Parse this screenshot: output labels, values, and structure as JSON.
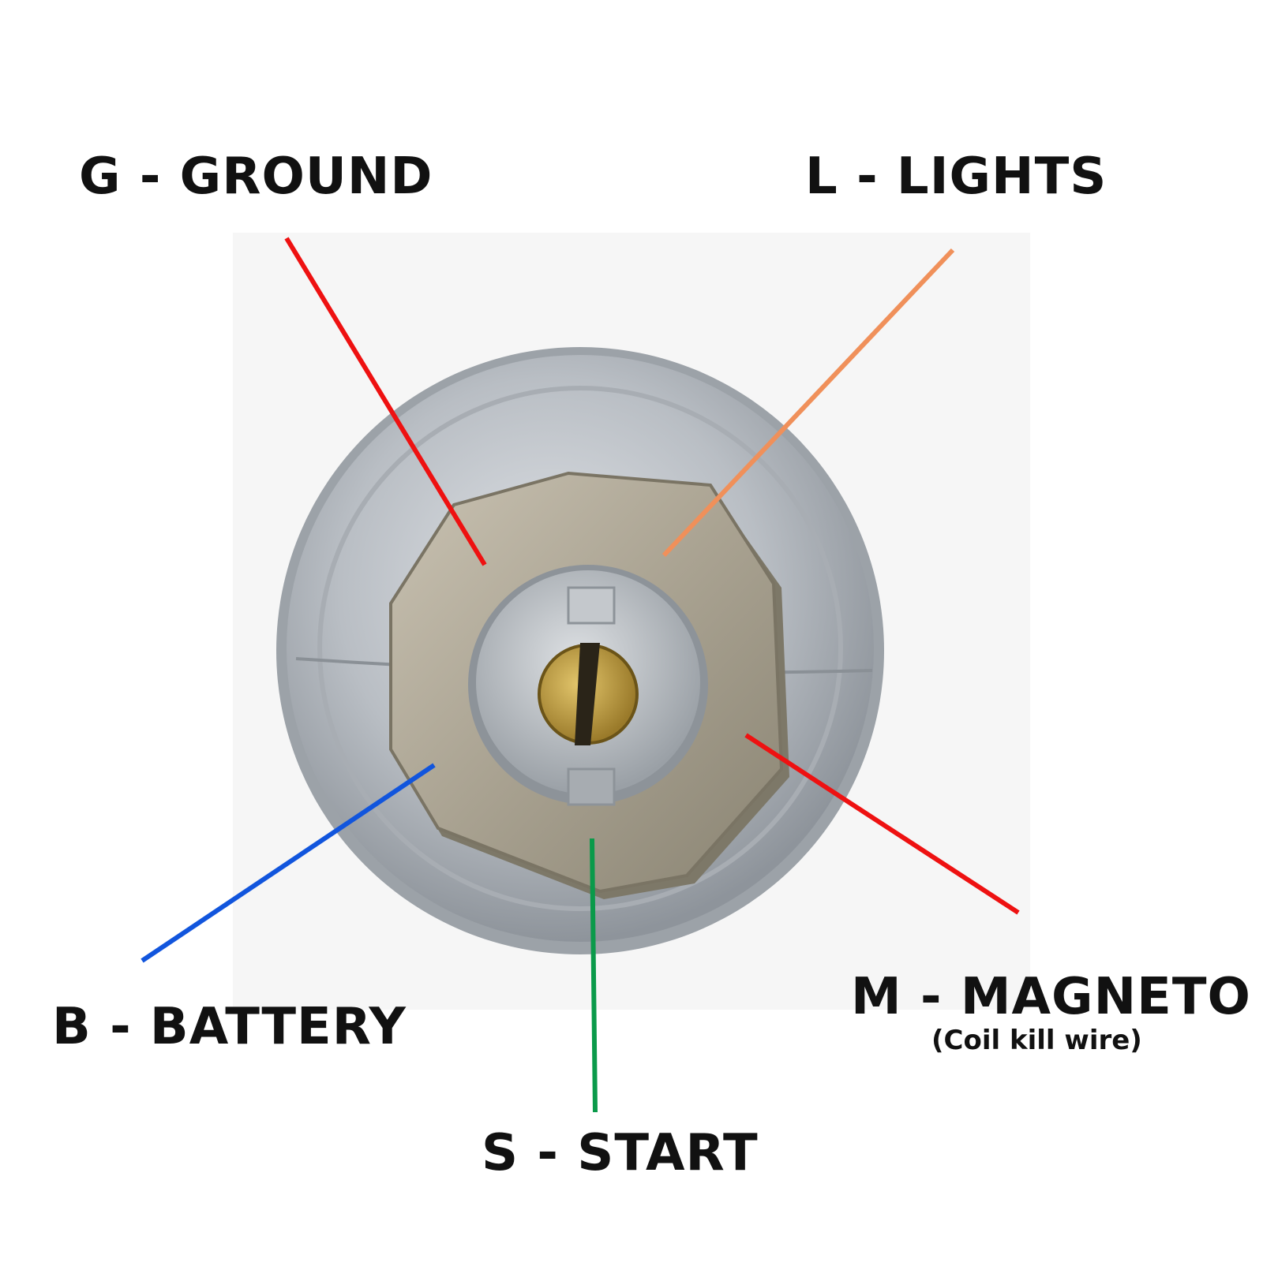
{
  "labels": {
    "ground": "G - GROUND",
    "lights": "L - LIGHTS",
    "battery": "B - BATTERY",
    "magneto": "M - MAGNETO",
    "magneto_note": "(Coil kill wire)",
    "start": "S - START"
  },
  "colors": {
    "ground_line": "#ee1111",
    "lights_line": "#f0905a",
    "battery_line": "#1155dd",
    "magneto_line": "#ee1111",
    "start_line": "#0a9a4a"
  }
}
